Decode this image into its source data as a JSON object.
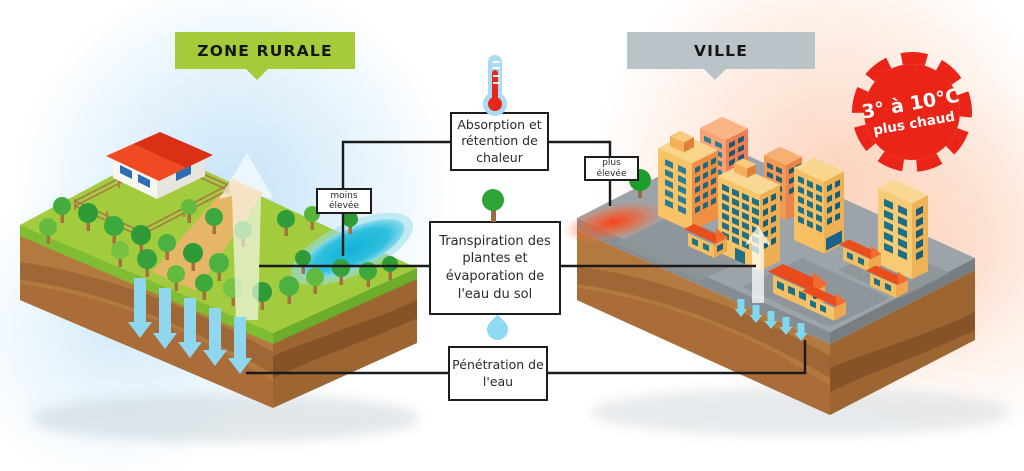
{
  "diagram": {
    "banners": {
      "rural": "ZONE RURALE",
      "city": "VILLE"
    },
    "badge": {
      "line1": "3° à 10°C",
      "line2": "plus chaud"
    },
    "labels": {
      "absorption": "Absorption et rétention de chaleur",
      "transpiration": "Transpiration des plantes et évaporation de l'eau du sol",
      "penetration": "Pénétration de l'eau",
      "less": "moins élevée",
      "more": "plus élevée"
    },
    "icons": {
      "thermometer": "thermometer-icon",
      "tree": "tree-icon",
      "drop": "water-drop-icon"
    },
    "colors": {
      "rural_banner_green": "#a5cb3a",
      "city_banner_gray": "#b9c3c8",
      "badge_red": "#ea2416",
      "water_blue": "#8ed7ef",
      "pond_teal": "#1cb5d9",
      "heat_orange": "#ff4a1c",
      "grass_green": "#a3cb3e",
      "soil_brown": "#b4793f",
      "platform_gray": "#9da4a9"
    }
  }
}
